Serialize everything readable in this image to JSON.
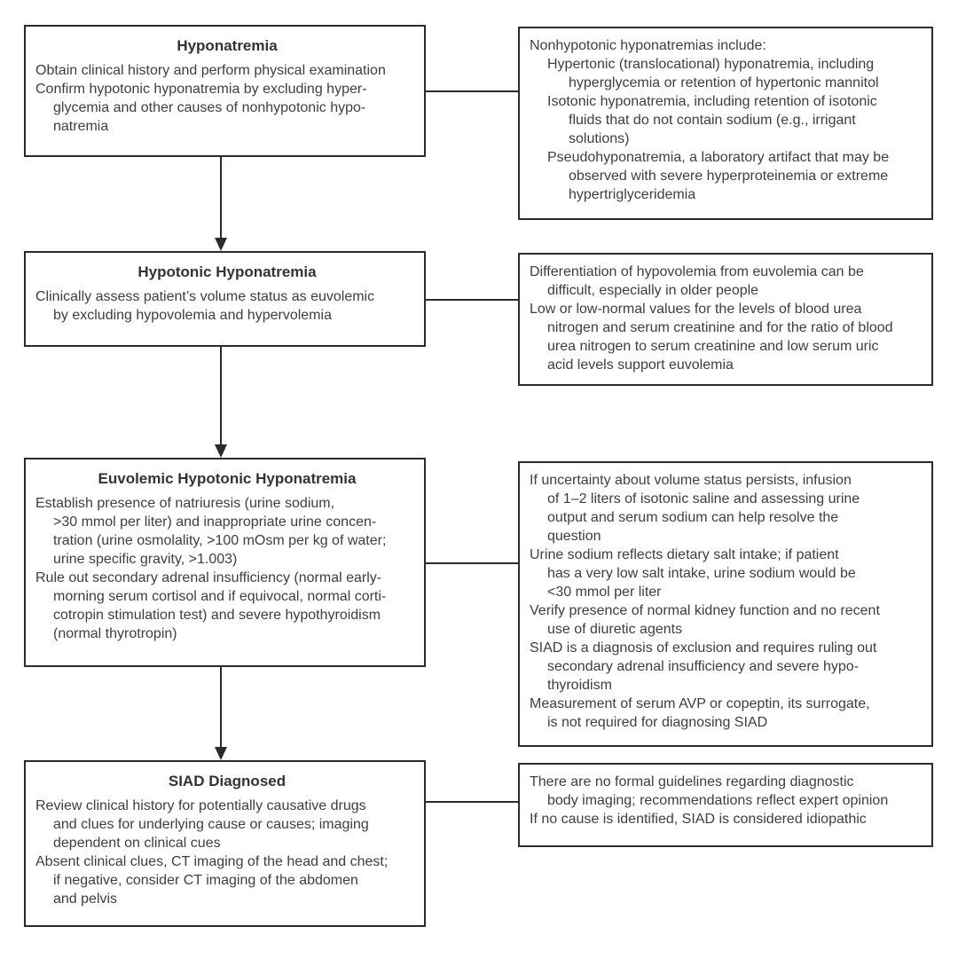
{
  "figure": {
    "line_color": "#2b2b2b",
    "text_color": "#3e3e3e",
    "background": "#ffffff"
  },
  "flow": {
    "steps": [
      {
        "title": "Hyponatremia",
        "lines": [
          {
            "t": "Obtain clinical history and perform physical examination",
            "i": 0
          },
          {
            "t": "Confirm hypotonic hyponatremia by excluding hyper-",
            "i": 0
          },
          {
            "t": "glycemia and other causes of nonhypotonic hypo-",
            "i": 1
          },
          {
            "t": "natremia",
            "i": 1
          }
        ]
      },
      {
        "title": "Hypotonic Hyponatremia",
        "lines": [
          {
            "t": "Clinically assess patient’s volume status as euvolemic",
            "i": 0
          },
          {
            "t": "by excluding hypovolemia and hypervolemia",
            "i": 1
          }
        ]
      },
      {
        "title": "Euvolemic Hypotonic Hyponatremia",
        "lines": [
          {
            "t": "Establish presence of natriuresis (urine sodium,",
            "i": 0
          },
          {
            "t": ">30 mmol per liter) and inappropriate urine concen-",
            "i": 1
          },
          {
            "t": "tration (urine osmolality, >100 mOsm per kg of water;",
            "i": 1
          },
          {
            "t": "urine specific gravity, >1.003)",
            "i": 1
          },
          {
            "t": "Rule out secondary adrenal insufficiency (normal early-",
            "i": 0
          },
          {
            "t": "morning serum cortisol and if equivocal, normal corti-",
            "i": 1
          },
          {
            "t": "cotropin stimulation test) and severe hypothyroidism",
            "i": 1
          },
          {
            "t": "(normal thyrotropin)",
            "i": 1
          }
        ]
      },
      {
        "title": "SIAD Diagnosed",
        "lines": [
          {
            "t": "Review clinical history for potentially causative drugs",
            "i": 0
          },
          {
            "t": "and clues for underlying cause or causes; imaging",
            "i": 1
          },
          {
            "t": "dependent on clinical cues",
            "i": 1
          },
          {
            "t": "Absent clinical clues, CT imaging of the head and chest;",
            "i": 0
          },
          {
            "t": "if negative, consider CT imaging of the abdomen",
            "i": 1
          },
          {
            "t": "and pelvis",
            "i": 1
          }
        ]
      }
    ],
    "notes": [
      {
        "lines": [
          {
            "t": "Nonhypotonic hyponatremias include:",
            "i": 0
          },
          {
            "t": "Hypertonic (translocational) hyponatremia, including",
            "i": 1
          },
          {
            "t": "hyperglycemia or retention of hypertonic mannitol",
            "i": 2
          },
          {
            "t": "Isotonic hyponatremia, including retention of isotonic",
            "i": 1
          },
          {
            "t": "fluids that do not contain sodium (e.g., irrigant",
            "i": 2
          },
          {
            "t": "solutions)",
            "i": 2
          },
          {
            "t": "Pseudohyponatremia, a laboratory artifact that may be",
            "i": 1
          },
          {
            "t": "observed with severe hyperproteinemia or extreme",
            "i": 2
          },
          {
            "t": "hypertriglyceridemia",
            "i": 2
          }
        ]
      },
      {
        "lines": [
          {
            "t": "Differentiation of hypovolemia from euvolemia can be",
            "i": 0
          },
          {
            "t": "difficult, especially in older people",
            "i": 1
          },
          {
            "t": "Low or low-normal values for the levels of blood urea",
            "i": 0
          },
          {
            "t": "nitrogen and serum creatinine and for the ratio of blood",
            "i": 1
          },
          {
            "t": "urea nitrogen to serum creatinine and low serum uric",
            "i": 1
          },
          {
            "t": "acid levels support euvolemia",
            "i": 1
          }
        ]
      },
      {
        "lines": [
          {
            "t": "If uncertainty about volume status persists, infusion",
            "i": 0
          },
          {
            "t": "of 1–2 liters of isotonic saline and assessing urine",
            "i": 1
          },
          {
            "t": "output and serum sodium can help resolve the",
            "i": 1
          },
          {
            "t": "question",
            "i": 1
          },
          {
            "t": "Urine sodium reflects dietary salt intake; if patient",
            "i": 0
          },
          {
            "t": "has a very low salt intake, urine sodium would be",
            "i": 1
          },
          {
            "t": "<30 mmol per liter",
            "i": 1
          },
          {
            "t": "Verify presence of normal kidney function and no recent",
            "i": 0
          },
          {
            "t": "use of diuretic agents",
            "i": 1
          },
          {
            "t": "SIAD is a diagnosis of exclusion and requires ruling out",
            "i": 0
          },
          {
            "t": "secondary adrenal insufficiency and severe hypo-",
            "i": 1
          },
          {
            "t": "thyroidism",
            "i": 1
          },
          {
            "t": "Measurement of serum AVP or copeptin, its surrogate,",
            "i": 0
          },
          {
            "t": "is not required for diagnosing SIAD",
            "i": 1
          }
        ]
      },
      {
        "lines": [
          {
            "t": "There are no formal guidelines regarding diagnostic",
            "i": 0
          },
          {
            "t": "body imaging; recommendations reflect expert opinion",
            "i": 1
          },
          {
            "t": "If no cause is identified, SIAD is considered idiopathic",
            "i": 0
          }
        ]
      }
    ]
  }
}
